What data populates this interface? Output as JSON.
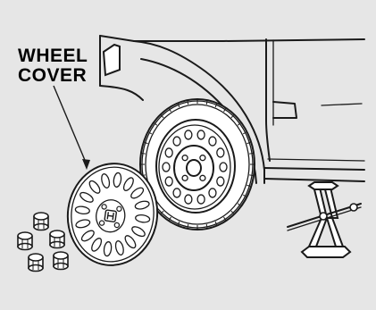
{
  "callout": {
    "line1": "WHEEL",
    "line2": "COVER"
  },
  "colors": {
    "background": "#e6e6e6",
    "line": "#1a1a1a",
    "fill": "#ffffff"
  },
  "parts": [
    "car-body",
    "spare-tire",
    "wheel-cover",
    "lug-nuts",
    "scissor-jack",
    "callout-pointer"
  ]
}
